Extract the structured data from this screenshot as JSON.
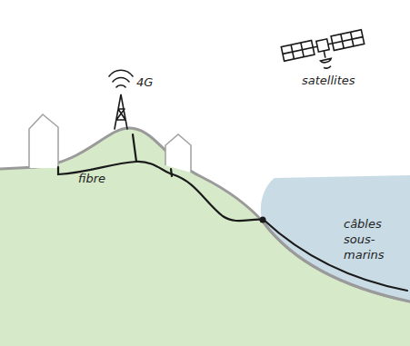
{
  "diagram": {
    "labels": [
      "4G",
      "fibre",
      "satellites",
      "câbles sous-marins"
    ]
  }
}
